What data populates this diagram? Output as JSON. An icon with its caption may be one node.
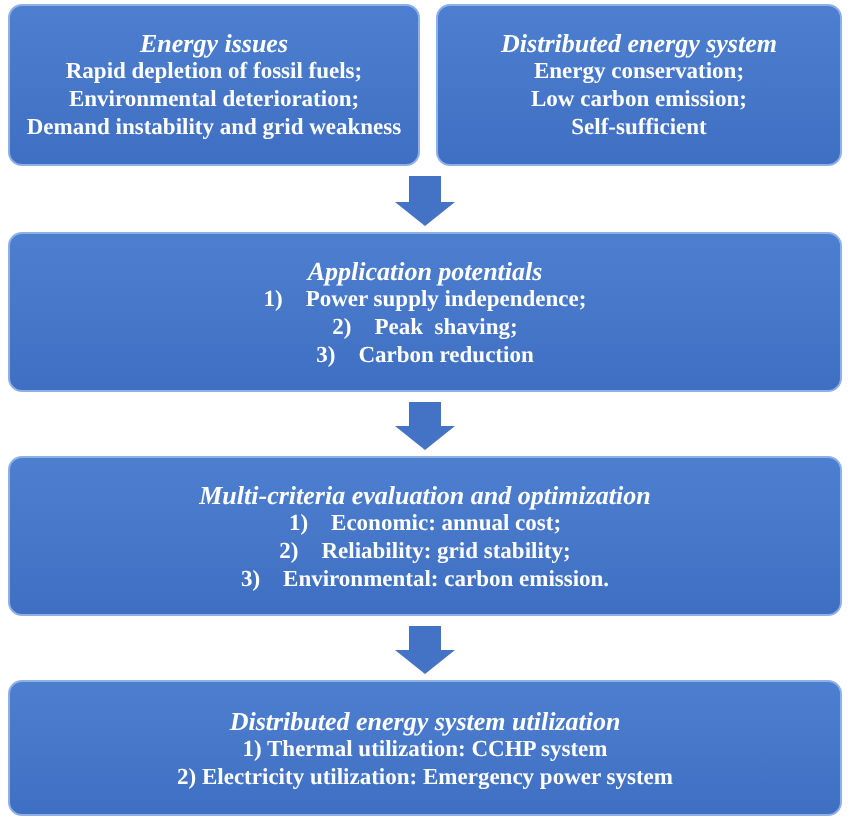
{
  "diagram": {
    "nodes": [
      {
        "text": [
          "Energy issues",
          "Rapid depletion of fossil fuels;",
          "Environmental deterioration;",
          "Demand instability and grid weakness"
        ]
      },
      {
        "text": [
          "Distributed energy system",
          "Energy conservation;",
          "Low carbon emission;",
          "Self-sufficient"
        ]
      },
      {
        "text": [
          "Application potentials",
          "1)    Power supply independence;",
          "2)    Peak  shaving;",
          "3)    Carbon reduction"
        ]
      },
      {
        "text": [
          "Multi-criteria evaluation and optimization",
          "1)    Economic: annual cost;",
          "2)    Reliability: grid stability;",
          "3)    Environmental: carbon emission."
        ]
      },
      {
        "text": [
          "Distributed energy system utilization",
          "1) Thermal utilization: CCHP system",
          "2) Electricity utilization: Emergency power system"
        ]
      }
    ],
    "edges": [
      {
        "from": 0,
        "to": 2,
        "arrow": "to"
      },
      {
        "from": 1,
        "to": 2,
        "arrow": "to"
      },
      {
        "from": 2,
        "to": 3,
        "arrow": "to"
      },
      {
        "from": 3,
        "to": 4,
        "arrow": "to"
      }
    ]
  }
}
